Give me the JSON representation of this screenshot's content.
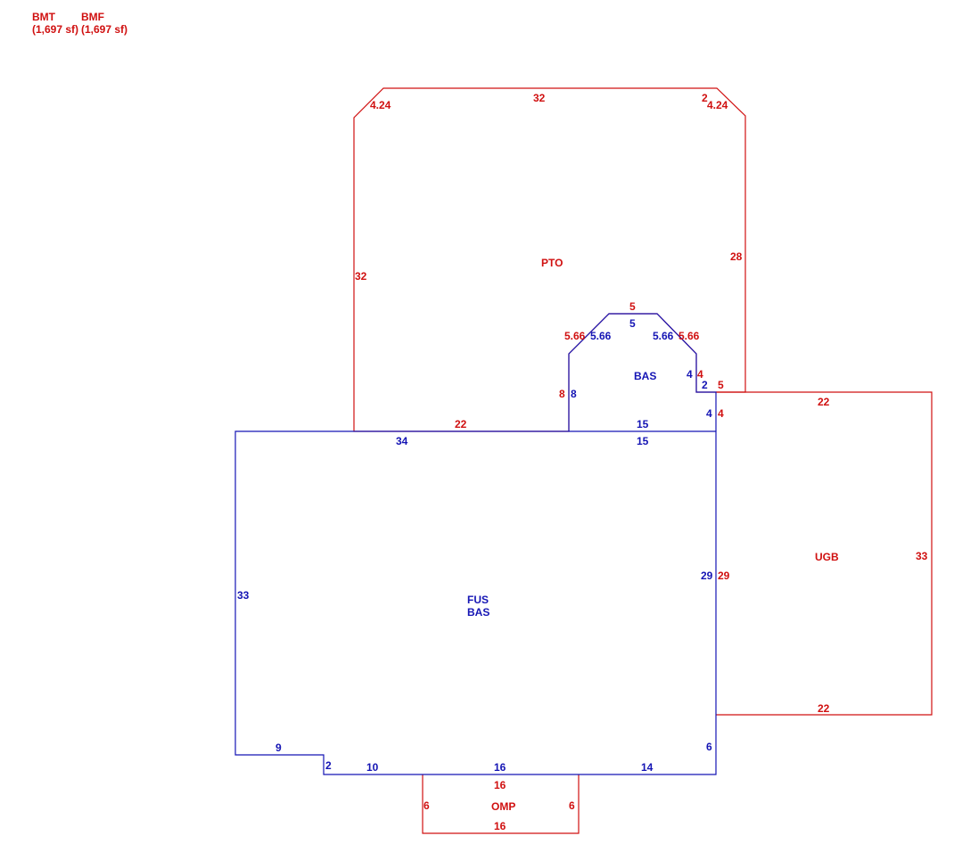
{
  "legend": [
    {
      "code": "BMT",
      "area": "(1,697 sf)"
    },
    {
      "code": "BMF",
      "area": "(1,697 sf)"
    }
  ],
  "colors": {
    "red": "#d01010",
    "blue": "#1414b4"
  },
  "areas": {
    "pto": "PTO",
    "bas_small": "BAS",
    "fus": "FUS",
    "bas_main": "BAS",
    "ugb": "UGB",
    "omp": "OMP"
  },
  "dims": {
    "pto_top": "32",
    "pto_ne_diag": "2",
    "pto_nw_diag": "4.24",
    "pto_ne_diag2": "4.24",
    "pto_left": "32",
    "pto_right": "28",
    "pto_bottom": "22",
    "bay_top_red": "5",
    "bay_top_blue": "5",
    "bay_nw_red": "5.66",
    "bay_nw_blue": "5.66",
    "bay_ne_blue": "5.66",
    "bay_ne_red": "5.66",
    "bay_left_red": "8",
    "bay_left_blue": "8",
    "bay_right_blue": "4",
    "bay_right_red": "4",
    "bay_step_blue": "2",
    "bay_step_red": "5",
    "bay_bottom_blue": "15",
    "main_top_left": "34",
    "main_top_right": "15",
    "notch_blue": "4",
    "notch_red": "4",
    "main_left": "33",
    "main_right_blue": "29",
    "main_right_red": "29",
    "main_bottom_left": "9",
    "main_step": "2",
    "main_bottom_a": "10",
    "main_bottom_b": "16",
    "main_bottom_c": "14",
    "main_right_low": "6",
    "ugb_top": "22",
    "ugb_right": "33",
    "ugb_bottom": "22",
    "omp_top": "16",
    "omp_left": "6",
    "omp_right": "6",
    "omp_bottom": "16"
  }
}
